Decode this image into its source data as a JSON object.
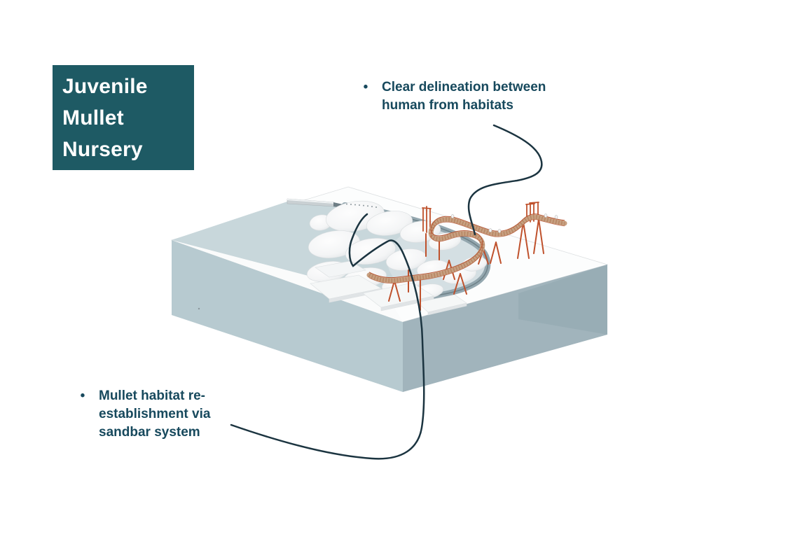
{
  "slide": {
    "background": "#FFFFFF"
  },
  "title": {
    "lines": [
      "Juvenile",
      "Mullet",
      "Nursery"
    ]
  },
  "annotations": {
    "top": {
      "bullet": "•",
      "lines": [
        "Clear delineation between",
        "human from habitats"
      ]
    },
    "bottom": {
      "bullet": "•",
      "lines": [
        "Mullet habitat re-",
        "establishment via",
        "sandbar system"
      ]
    }
  },
  "colors": {
    "title_bg": "#1E5A64",
    "title_text": "#FFFFFF",
    "annotation_text": "#17495D",
    "leader_line": "#1B3440",
    "open_water": "#C8D7DB",
    "land_surface": "#FCFDFD",
    "block_left_face": "#B7CAD0",
    "block_right_face": "#A1B4BC",
    "bay_rim": "#94A7AF",
    "sandbar_white": "#F7F8F9",
    "boardwalk_deck": "#C7A081",
    "boardwalk_structure": "#BF512C"
  },
  "diagram": {
    "parts": [
      "isometric-coastal-block",
      "open-water-surface",
      "bay-rim",
      "breakwater-wall",
      "sandbar-pillows",
      "sandbar-platforms",
      "elevated-boardwalk",
      "boardwalk-supports",
      "visitor-figures"
    ]
  }
}
